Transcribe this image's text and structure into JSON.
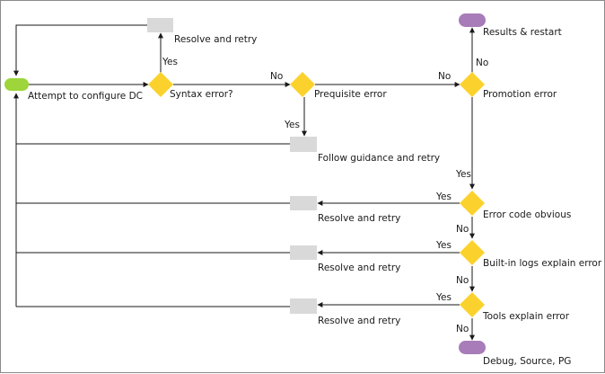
{
  "colors": {
    "line": "#1a1a1a",
    "start_terminal": "#9dd53a",
    "end_terminal": "#a77cb8",
    "decision": "#fbd22d",
    "process": "#d9d9d9"
  },
  "labels": {
    "attempt": "Attempt to configure DC",
    "syntax": "Syntax error?",
    "prereq": "Prequisite error",
    "promotion": "Promotion error",
    "results": "Results & restart",
    "follow": "Follow guidance and retry",
    "resolve_top": "Resolve and retry",
    "obvious": "Error code obvious",
    "builtin": "Built-in logs explain error",
    "tools": "Tools explain error",
    "resolve_1": "Resolve and retry",
    "resolve_2": "Resolve and retry",
    "resolve_3": "Resolve and retry",
    "debug": "Debug, Source, PG"
  },
  "edges": {
    "syntax_yes": "Yes",
    "syntax_no": "No",
    "prereq_no": "No",
    "prereq_yes": "Yes",
    "promotion_no": "No",
    "promotion_yes": "Yes",
    "obvious_yes": "Yes",
    "obvious_no": "No",
    "builtin_yes": "Yes",
    "builtin_no": "No",
    "tools_yes": "Yes",
    "tools_no": "No"
  }
}
